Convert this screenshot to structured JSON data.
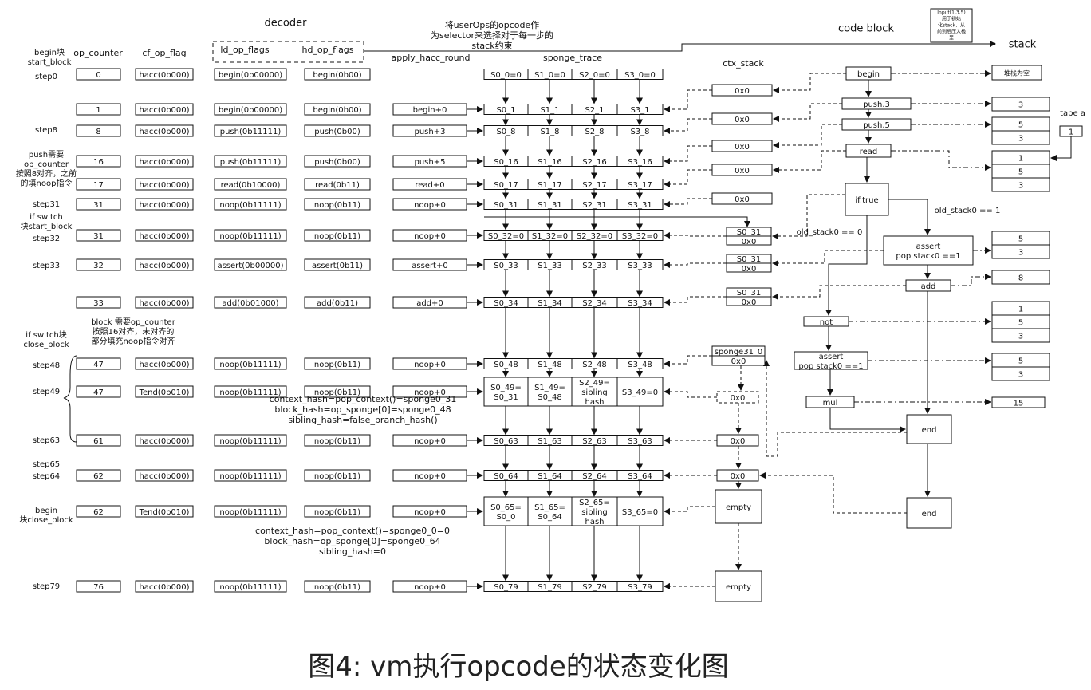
{
  "headers": {
    "decoder": "decoder",
    "selector_note": [
      "将userOps的opcode作",
      "为selector来选择对于每一步的",
      "stack约束"
    ],
    "code_block": "code block",
    "stack": "stack",
    "input_note": [
      "Input[1,3,5)",
      "用于初始",
      "化stack，从",
      "前到后压入栈",
      "里"
    ],
    "begin_start": [
      "begin块",
      "start_block"
    ],
    "op_counter": "op_counter",
    "cf_op_flag": "cf_op_flag",
    "ld_op_flags": "ld_op_flags",
    "hd_op_flags": "hd_op_flags",
    "apply_hacc_round": "apply_hacc_round",
    "sponge_trace": "sponge_trace",
    "ctx_stack": "ctx_stack",
    "tape_a": "tape a"
  },
  "step_labels": [
    {
      "key": "step0",
      "text": [
        "step0"
      ]
    },
    {
      "key": "step8",
      "text": [
        "step8"
      ]
    },
    {
      "key": "push_note",
      "text": [
        "push需要",
        "op_counter",
        "按照8对齐，之前",
        "的填noop指令"
      ]
    },
    {
      "key": "step31",
      "text": [
        "step31"
      ]
    },
    {
      "key": "ifswitch_start",
      "text": [
        "if switch",
        "块start_block"
      ]
    },
    {
      "key": "step32",
      "text": [
        "step32"
      ]
    },
    {
      "key": "step33",
      "text": [
        "step33"
      ]
    },
    {
      "key": "ifswitch_close",
      "text": [
        "if switch块",
        "close_block"
      ]
    },
    {
      "key": "step48",
      "text": [
        "step48"
      ]
    },
    {
      "key": "step49",
      "text": [
        "step49"
      ]
    },
    {
      "key": "step63",
      "text": [
        "step63"
      ]
    },
    {
      "key": "step65",
      "text": [
        "step65"
      ]
    },
    {
      "key": "step64",
      "text": [
        "step64"
      ]
    },
    {
      "key": "begin_close",
      "text": [
        "begin",
        "块close_block"
      ]
    },
    {
      "key": "step79",
      "text": [
        "step79"
      ]
    }
  ],
  "block_note": [
    "block 需要op_counter",
    "按照16对齐，未对齐的",
    "部分填充noop指令对齐"
  ],
  "rows": [
    {
      "key": "r0",
      "opc": "0",
      "cf": "hacc(0b000)",
      "ld": "begin(0b00000)",
      "hd": "begin(0b00)",
      "hacc": "",
      "sponge": [
        "S0_0=0",
        "S1_0=0",
        "S2_0=0",
        "S3_0=0"
      ],
      "ctx": ""
    },
    {
      "key": "r1",
      "opc": "1",
      "cf": "hacc(0b000)",
      "ld": "begin(0b00000)",
      "hd": "begin(0b00)",
      "hacc": "begin+0",
      "sponge": [
        "S0_1",
        "S1_1",
        "S2_1",
        "S3_1"
      ],
      "ctx": "0x0"
    },
    {
      "key": "r8",
      "opc": "8",
      "cf": "hacc(0b000)",
      "ld": "push(0b11111)",
      "hd": "push(0b00)",
      "hacc": "push+3",
      "sponge": [
        "S0_8",
        "S1_8",
        "S2_8",
        "S3_8"
      ],
      "ctx": "0x0"
    },
    {
      "key": "r16",
      "opc": "16",
      "cf": "hacc(0b000)",
      "ld": "push(0b11111)",
      "hd": "push(0b00)",
      "hacc": "push+5",
      "sponge": [
        "S0_16",
        "S1_16",
        "S2_16",
        "S3_16"
      ],
      "ctx": "0x0"
    },
    {
      "key": "r17",
      "opc": "17",
      "cf": "hacc(0b000)",
      "ld": "read(0b10000)",
      "hd": "read(0b11)",
      "hacc": "read+0",
      "sponge": [
        "S0_17",
        "S1_17",
        "S2_17",
        "S3_17"
      ],
      "ctx": "0x0"
    },
    {
      "key": "r31",
      "opc": "31",
      "cf": "hacc(0b000)",
      "ld": "noop(0b11111)",
      "hd": "noop(0b11)",
      "hacc": "noop+0",
      "sponge": [
        "S0_31",
        "S1_31",
        "S2_31",
        "S3_31"
      ],
      "ctx": "0x0"
    },
    {
      "key": "r32",
      "opc": "31",
      "cf": "hacc(0b000)",
      "ld": "noop(0b11111)",
      "hd": "noop(0b11)",
      "hacc": "noop+0",
      "sponge": [
        "S0_32=0",
        "S1_32=0",
        "S2_32=0",
        "S3_32=0"
      ],
      "ctx": [
        "S0_31",
        "0x0"
      ]
    },
    {
      "key": "r33",
      "opc": "32",
      "cf": "hacc(0b000)",
      "ld": "assert(0b00000)",
      "hd": "assert(0b11)",
      "hacc": "assert+0",
      "sponge": [
        "S0_33",
        "S1_33",
        "S2_33",
        "S3_33"
      ],
      "ctx": [
        "S0_31",
        "0x0"
      ]
    },
    {
      "key": "r34",
      "opc": "33",
      "cf": "hacc(0b000)",
      "ld": "add(0b01000)",
      "hd": "add(0b11)",
      "hacc": "add+0",
      "sponge": [
        "S0_34",
        "S1_34",
        "S2_34",
        "S3_34"
      ],
      "ctx": [
        "S0_31",
        "0x0"
      ]
    },
    {
      "key": "r48",
      "opc": "47",
      "cf": "hacc(0b000)",
      "ld": "noop(0b11111)",
      "hd": "noop(0b11)",
      "hacc": "noop+0",
      "sponge": [
        "S0_48",
        "S1_48",
        "S2_48",
        "S3_48"
      ],
      "ctx": [
        "sponge31_0",
        "0x0"
      ]
    },
    {
      "key": "r49",
      "opc": "47",
      "cf": "Tend(0b010)",
      "ld": "noop(0b11111)",
      "hd": "noop(0b11)",
      "hacc": "noop+0",
      "sponge": [
        [
          "S0_49=",
          "S0_31"
        ],
        [
          "S1_49=",
          "S0_48"
        ],
        [
          "S2_49=",
          "sibling",
          "hash"
        ],
        [
          "S3_49=0"
        ]
      ],
      "ctx": "0x0"
    },
    {
      "key": "r63",
      "opc": "61",
      "cf": "hacc(0b000)",
      "ld": "noop(0b11111)",
      "hd": "noop(0b11)",
      "hacc": "noop+0",
      "sponge": [
        "S0_63",
        "S1_63",
        "S2_63",
        "S3_63"
      ],
      "ctx": "0x0"
    },
    {
      "key": "r64",
      "opc": "62",
      "cf": "hacc(0b000)",
      "ld": "noop(0b11111)",
      "hd": "noop(0b11)",
      "hacc": "noop+0",
      "sponge": [
        "S0_64",
        "S1_64",
        "S2_64",
        "S3_64"
      ],
      "ctx": "0x0"
    },
    {
      "key": "r65",
      "opc": "62",
      "cf": "Tend(0b010)",
      "ld": "noop(0b11111)",
      "hd": "noop(0b11)",
      "hacc": "noop+0",
      "sponge": [
        [
          "S0_65=",
          "S0_0"
        ],
        [
          "S1_65=",
          "S0_64"
        ],
        [
          "S2_65=",
          "sibling",
          "hash"
        ],
        [
          "S3_65=0"
        ]
      ],
      "ctx": "empty"
    },
    {
      "key": "r79",
      "opc": "76",
      "cf": "hacc(0b000)",
      "ld": "noop(0b11111)",
      "hd": "noop(0b11)",
      "hacc": "noop+0",
      "sponge": [
        "S0_79",
        "S1_79",
        "S2_79",
        "S3_79"
      ],
      "ctx": "empty"
    }
  ],
  "hash_notes": {
    "mid": [
      "context_hash=pop_context()=sponge0_31",
      "block_hash=op_sponge[0]=sponge0_48",
      "sibling_hash=false_branch_hash()"
    ],
    "end": [
      "context_hash=pop_context()=sponge0_0=0",
      "block_hash=op_sponge[0]=sponge0_64",
      "sibling_hash=0"
    ]
  },
  "code_nodes": {
    "begin": "begin",
    "push3": "push.3",
    "push5": "push.5",
    "read": "read",
    "iftrue": "if.true",
    "assert1": [
      "assert",
      "pop stack0 ==1"
    ],
    "add": "add",
    "not": "not",
    "assert2": [
      "assert",
      "pop stack0 ==1"
    ],
    "mul": "mul",
    "end1": "end",
    "end2": "end"
  },
  "branch_labels": {
    "false": "old_stack0 == 0",
    "true": "old_stack0 == 1"
  },
  "stack_states": {
    "empty": "堆栈为空",
    "s1": [
      "3"
    ],
    "s2": [
      "5",
      "3"
    ],
    "s3": [
      "1",
      "5",
      "3"
    ],
    "s4": [
      "5",
      "3"
    ],
    "s5": [
      "8"
    ],
    "s6": [
      "1",
      "5",
      "3"
    ],
    "s7": [
      "5",
      "3"
    ],
    "s8": [
      "15"
    ]
  },
  "tape_value": "1",
  "caption": "图4: vm执行opcode的状态变化图"
}
